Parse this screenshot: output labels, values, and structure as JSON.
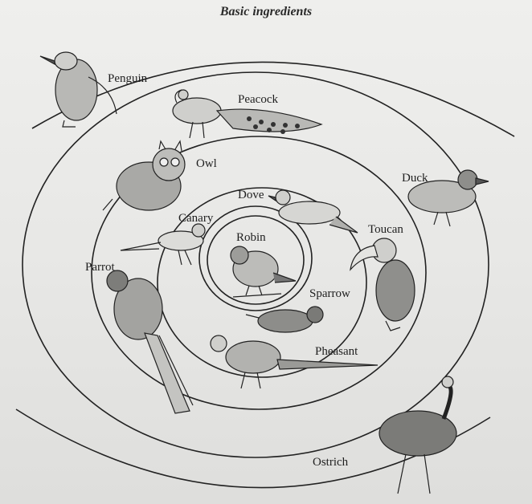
{
  "title": "Basic ingredients",
  "birds": {
    "penguin": "Penguin",
    "peacock": "Peacock",
    "owl": "Owl",
    "duck": "Duck",
    "dove": "Dove",
    "canary": "Canary",
    "robin": "Robin",
    "toucan": "Toucan",
    "parrot": "Parrot",
    "sparrow": "Sparrow",
    "pheasant": "Pheasant",
    "ostrich": "Ostrich"
  },
  "colors": {
    "ink": "#1f1f1f",
    "paper": "#ebebe9"
  }
}
